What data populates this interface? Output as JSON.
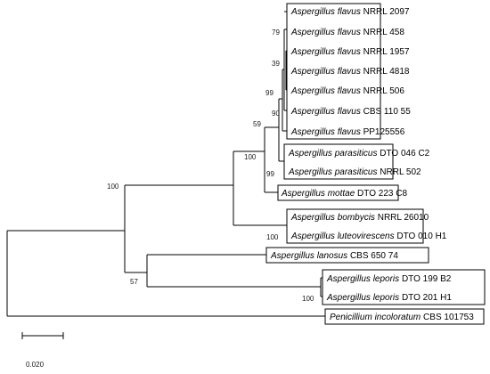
{
  "taxa": [
    {
      "species": "Aspergillus flavus",
      "strain": "NRRL 2097"
    },
    {
      "species": "Aspergillus flavus",
      "strain": "NRRL 458"
    },
    {
      "species": "Aspergillus flavus",
      "strain": "NRRL 1957"
    },
    {
      "species": "Aspergillus flavus",
      "strain": "NRRL 4818"
    },
    {
      "species": "Aspergillus flavus",
      "strain": "NRRL 506"
    },
    {
      "species": "Aspergillus flavus",
      "strain": "CBS  110 55"
    },
    {
      "species": "Aspergillus flavus",
      "strain": "PP125556"
    },
    {
      "species": "Aspergillus parasiticus",
      "strain": "DTO 046 C2"
    },
    {
      "species": "Aspergillus parasiticus",
      "strain": "NRRL 502"
    },
    {
      "species": "Aspergillus mottae",
      "strain": "DTO 223 C8"
    },
    {
      "species": "Aspergillus bombycis",
      "strain": "NRRL 26010"
    },
    {
      "species": "Aspergillus luteovirescens",
      "strain": "DTO 010 H1"
    },
    {
      "species": "Aspergillus lanosus",
      "strain": "CBS 650 74"
    },
    {
      "species": "Aspergillus leporis",
      "strain": "DTO  199 B2"
    },
    {
      "species": "Aspergillus leporis",
      "strain": "DTO  201 H1"
    },
    {
      "species": "Penicillium incoloratum",
      "strain": "CBS 101753"
    }
  ],
  "support_values": [
    "79",
    "39",
    "99",
    "90",
    "59",
    "100",
    "99",
    "100",
    "100",
    "57",
    "100"
  ],
  "scale_bar": {
    "label": "0.020"
  }
}
